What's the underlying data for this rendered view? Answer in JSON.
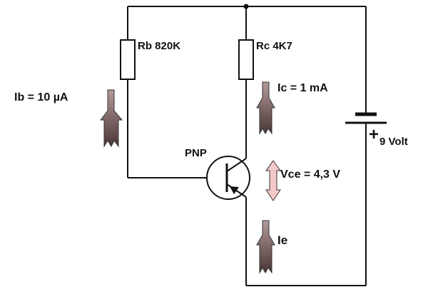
{
  "diagram": {
    "transistor_label": "PNP",
    "base_resistor": {
      "label": "Rb 820K"
    },
    "collector_resistor": {
      "label": "Rc 4K7"
    },
    "base_current": {
      "label": "Ib = 10 µA"
    },
    "collector_current": {
      "label": "Ic = 1 mA"
    },
    "emitter_current": {
      "label": "Ie"
    },
    "vce": {
      "label": "Vce = 4,3 V"
    },
    "battery": {
      "plus_sign": "+",
      "label": "9 Volt"
    }
  },
  "colors": {
    "wire": "#111111",
    "arrow_top": "#b59a9a",
    "arrow_bottom": "#4a3636",
    "vce_arrow": "#f5c8c8"
  }
}
